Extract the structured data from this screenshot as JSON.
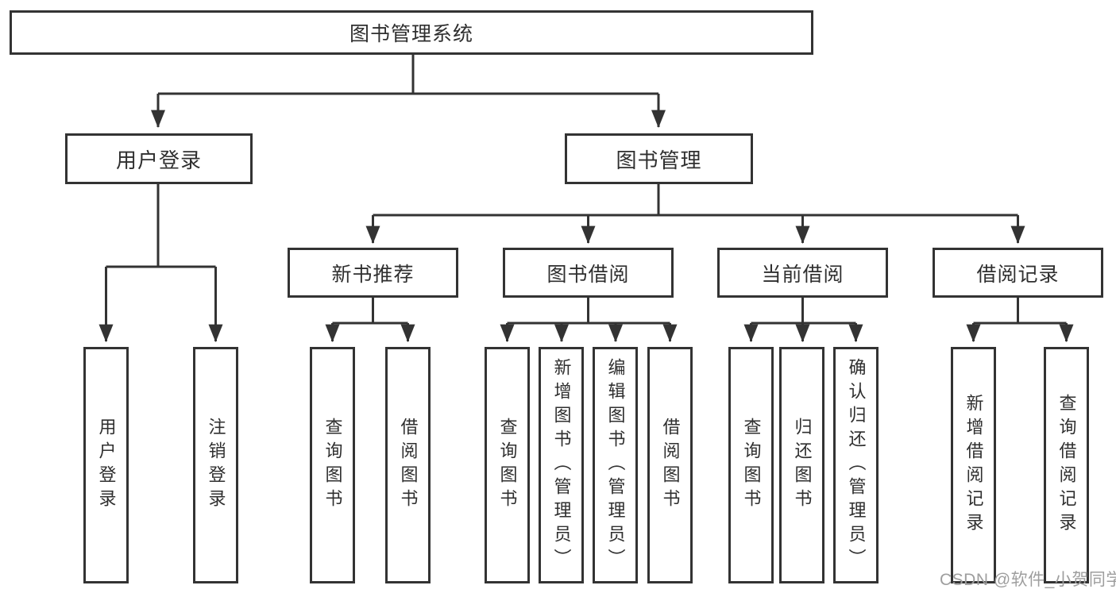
{
  "diagram": {
    "type": "hierarchy-tree",
    "background": "#ffffff",
    "colors": {
      "stroke": "#333333",
      "text": "#2f2f2f",
      "watermark": "#9e9e9e"
    },
    "tree": {
      "root": {
        "label": "图书管理系统"
      },
      "branches": [
        {
          "label": "用户登录",
          "children": [
            {
              "label": "用户登录"
            },
            {
              "label": "注销登录"
            }
          ]
        },
        {
          "label": "图书管理",
          "groups": [
            {
              "label": "新书推荐",
              "children": [
                {
                  "label": "查询图书"
                },
                {
                  "label": "借阅图书"
                }
              ]
            },
            {
              "label": "图书借阅",
              "children": [
                {
                  "label": "查询图书"
                },
                {
                  "label": "新增图书（管理员）"
                },
                {
                  "label": "编辑图书（管理员）"
                },
                {
                  "label": "借阅图书"
                }
              ]
            },
            {
              "label": "当前借阅",
              "children": [
                {
                  "label": "查询图书"
                },
                {
                  "label": "归还图书"
                },
                {
                  "label": "确认归还（管理员）"
                }
              ]
            },
            {
              "label": "借阅记录",
              "children": [
                {
                  "label": "新增借阅记录"
                },
                {
                  "label": "查询借阅记录"
                }
              ]
            }
          ]
        }
      ]
    },
    "watermark": "CSDN @软件_小贺同学"
  }
}
